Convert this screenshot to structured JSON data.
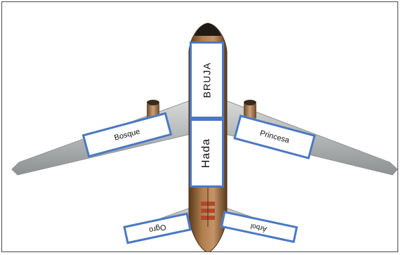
{
  "labels": {
    "bruja": "BRUJA",
    "hada": "Hada",
    "bosque": "Bosque",
    "princesa": "Princesa",
    "ogro": "Ogro",
    "arbol": "Árbol"
  },
  "colors": {
    "card_border": "#4a78c2",
    "fuselage": "#8a5a2e",
    "wing": "#b9bcbd",
    "engine": "#a57a4e",
    "tail_accent": "#b3472c"
  }
}
